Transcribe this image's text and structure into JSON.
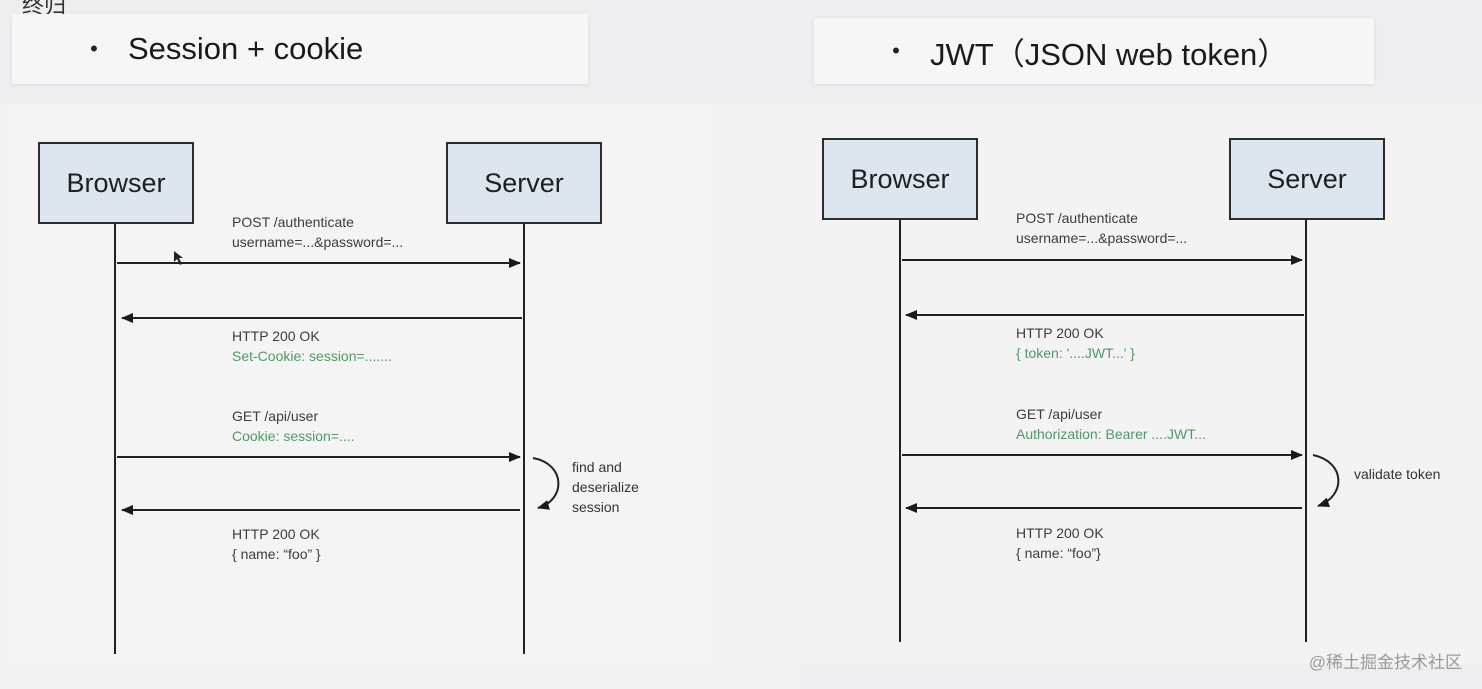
{
  "heading_scrap": "终归",
  "left": {
    "title": "Session + cookie",
    "bullet": "•",
    "browser_label": "Browser",
    "server_label": "Server",
    "messages": [
      {
        "line1": "POST /authenticate",
        "line2": "username=...&password=..."
      },
      {
        "line1": "HTTP 200 OK",
        "line2": "Set-Cookie: session=......."
      },
      {
        "line1": "GET /api/user",
        "line2": "Cookie: session=...."
      },
      {
        "line1": "HTTP 200 OK",
        "line2": "{  name: “foo” }"
      }
    ],
    "note": "find and deserialize session"
  },
  "right": {
    "title": "JWT（JSON web token）",
    "bullet": "•",
    "browser_label": "Browser",
    "server_label": "Server",
    "messages": [
      {
        "line1": "POST /authenticate",
        "line2": "username=...&password=..."
      },
      {
        "line1": "HTTP 200 OK",
        "line2": "{ token: '....JWT...' }"
      },
      {
        "line1": "GET /api/user",
        "line2": "Authorization: Bearer ....JWT..."
      },
      {
        "line1": "HTTP 200 OK",
        "line2": "{ name: “foo”}"
      }
    ],
    "note": "validate token"
  },
  "watermark": "@稀土掘金技术社区"
}
